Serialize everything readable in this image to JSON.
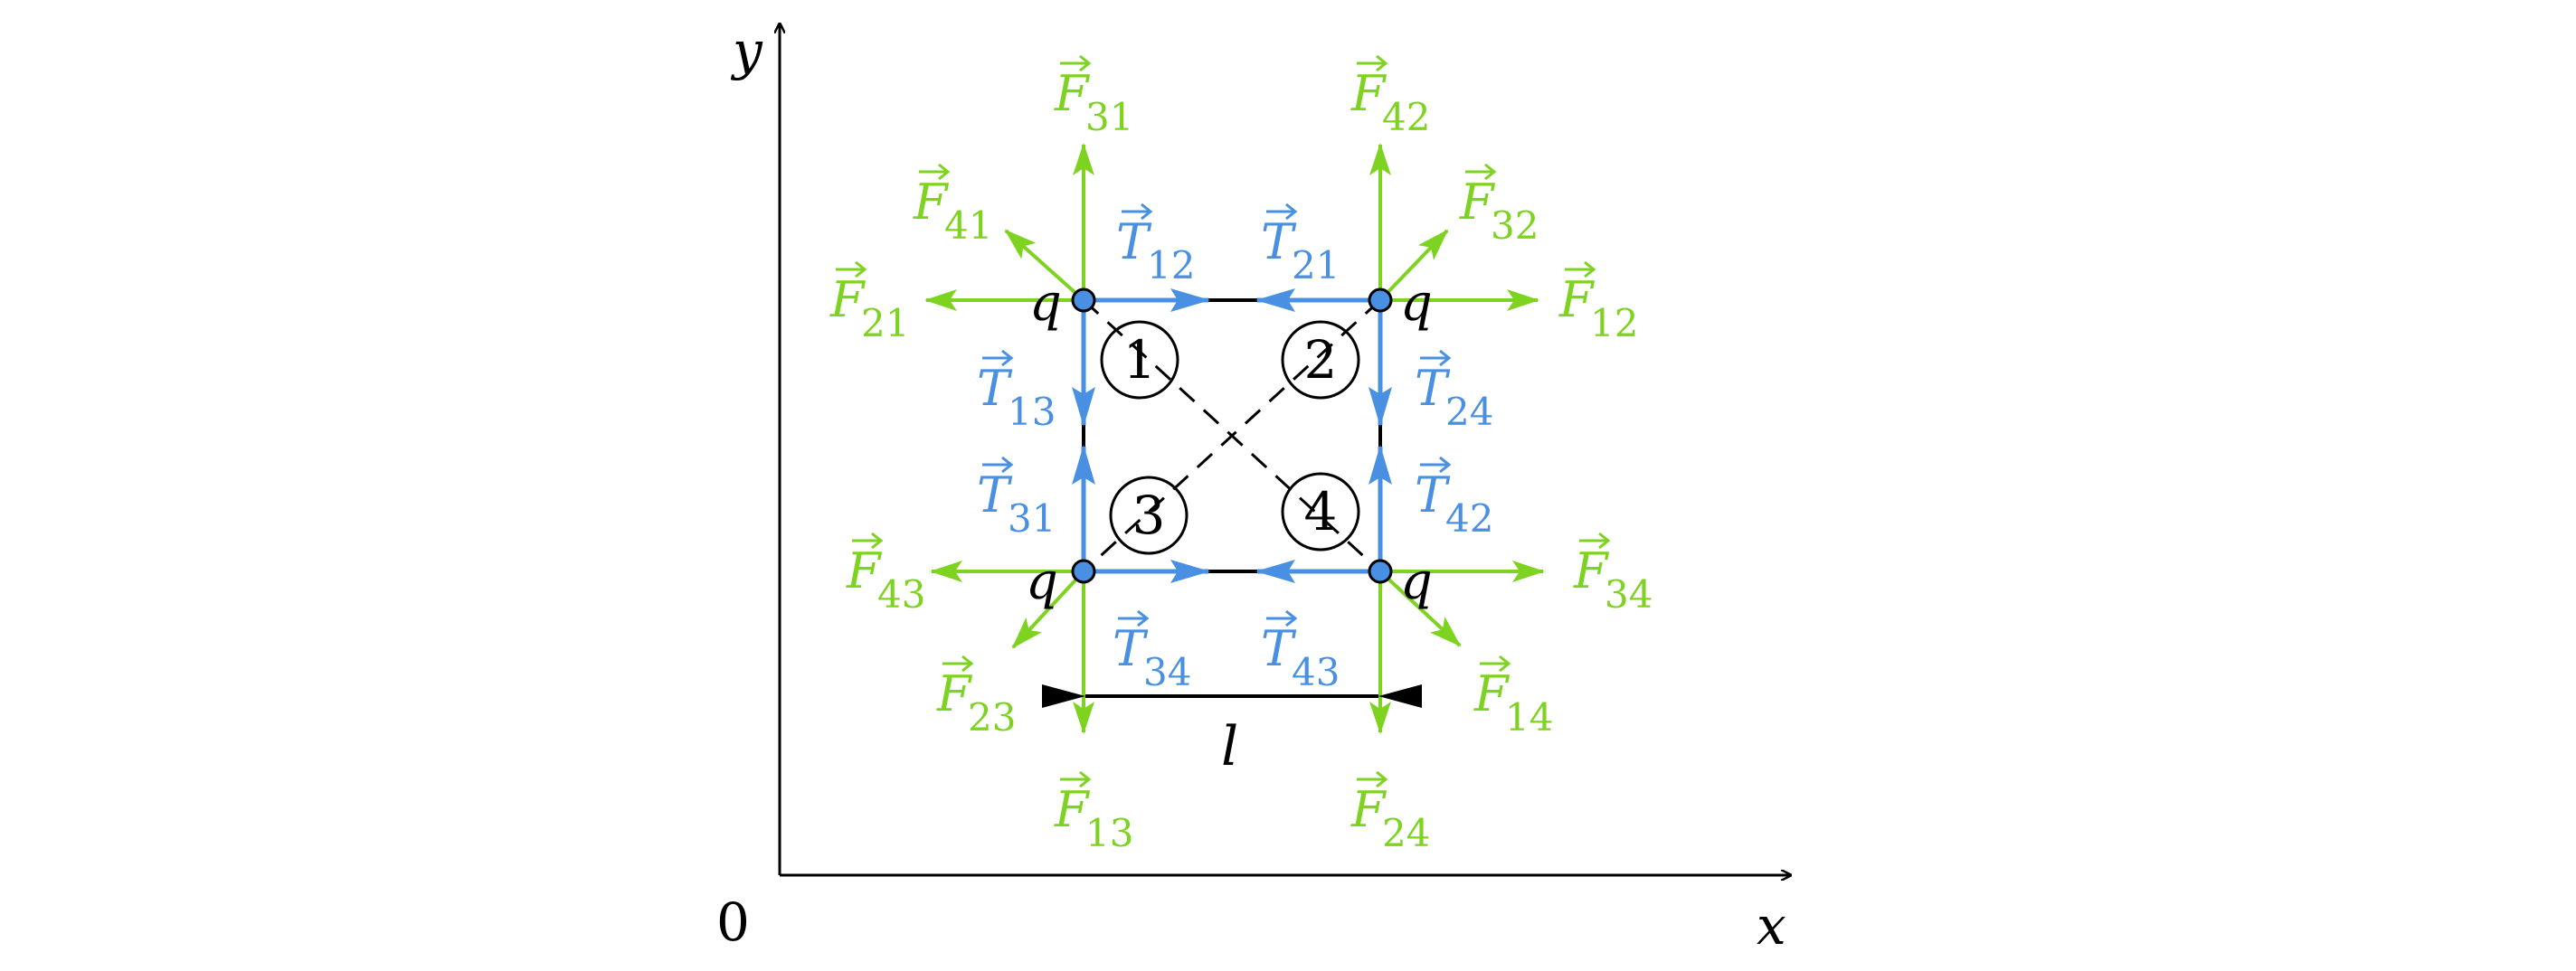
{
  "colors": {
    "force": "#7ed321",
    "tension": "#4a90e2",
    "ink": "#000000",
    "charge_fill": "#4a90e2"
  },
  "axes": {
    "x_label": "x",
    "y_label": "y",
    "origin_label": "0"
  },
  "length_label": "l",
  "charges": [
    {
      "id": "1",
      "label": "q"
    },
    {
      "id": "2",
      "label": "q"
    },
    {
      "id": "3",
      "label": "q"
    },
    {
      "id": "4",
      "label": "q"
    }
  ],
  "numbers": [
    "1",
    "2",
    "3",
    "4"
  ],
  "forces": {
    "symbol": "F",
    "subs": [
      "31",
      "41",
      "21",
      "42",
      "32",
      "12",
      "43",
      "23",
      "13",
      "34",
      "14",
      "24"
    ]
  },
  "tensions": {
    "symbol": "T",
    "subs": [
      "12",
      "21",
      "13",
      "31",
      "24",
      "42",
      "34",
      "43"
    ]
  }
}
